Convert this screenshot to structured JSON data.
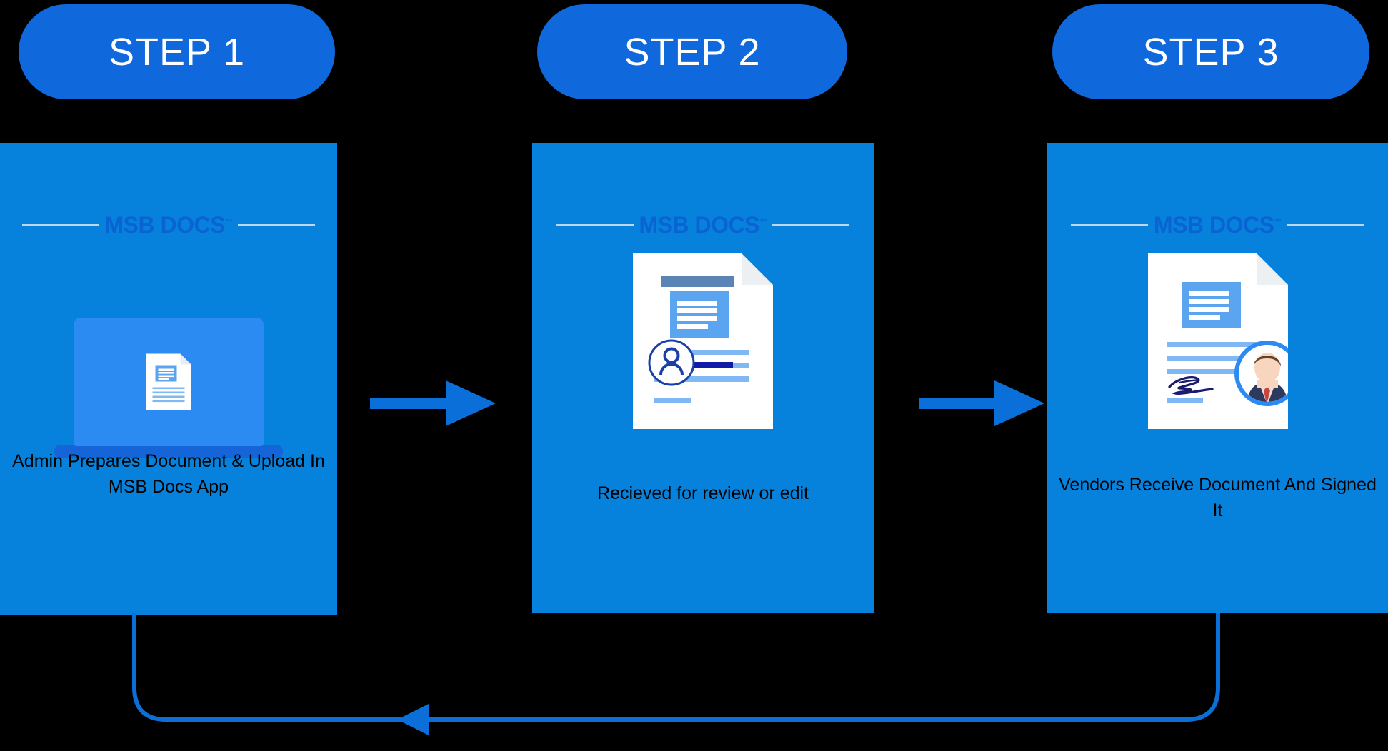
{
  "diagram": {
    "title": "MSB Docs 3-step document signing workflow",
    "background_color": "#000000",
    "panel_color": "#0682DC",
    "pill_color": "#0F68DC",
    "accent_color": "#1565D8",
    "arrow_color": "#0A6FD8",
    "caption_color": "#000000",
    "pill_text_color": "#FFFFFF"
  },
  "steps": [
    {
      "pill_label": "STEP 1",
      "logo_text": "MSB DOCS",
      "logo_tm": "™",
      "icon_name": "laptop-with-document-icon",
      "caption": "Admin Prepares Document & Upload In MSB Docs App"
    },
    {
      "pill_label": "STEP 2",
      "logo_text": "MSB DOCS",
      "logo_tm": "™",
      "icon_name": "document-under-review-icon",
      "caption": "Recieved for review or edit"
    },
    {
      "pill_label": "STEP 3",
      "logo_text": "MSB DOCS",
      "logo_tm": "™",
      "icon_name": "signed-document-with-avatar-icon",
      "caption": "Vendors Receive Document And Signed It"
    }
  ],
  "connectors": {
    "arrow_1_name": "arrow-step1-to-step2",
    "arrow_2_name": "arrow-step2-to-step3",
    "loop_name": "feedback-loop-arrow-step3-to-step1"
  }
}
